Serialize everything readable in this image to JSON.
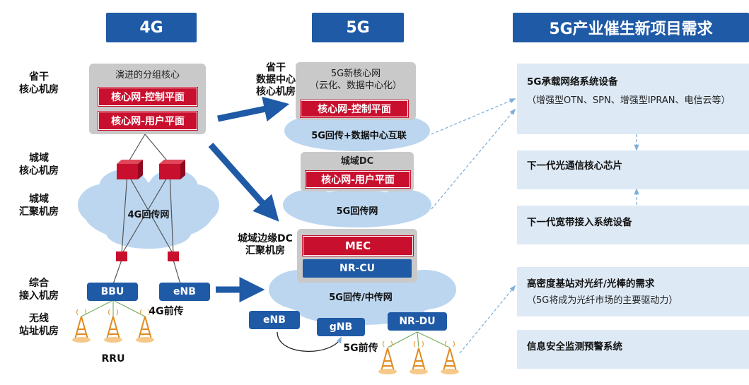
{
  "headers": {
    "g4": "4G",
    "g5": "5G",
    "needs": "5G产业催生新项目需求"
  },
  "left_labels": {
    "prov_core": [
      "省干",
      "核心机房"
    ],
    "city_core": [
      "城域",
      "核心机房"
    ],
    "city_agg": [
      "城域",
      "汇聚机房"
    ],
    "access": [
      "综合",
      "接入机房"
    ],
    "wireless": [
      "无线",
      "站址机房"
    ]
  },
  "g4": {
    "core_title": "演进的分组核心",
    "core_control": "核心网-控制平面",
    "core_user": "核心网-用户平面",
    "backhaul": "4G回传网",
    "bbu": "BBU",
    "enb": "eNB",
    "fronthaul": "4G前传",
    "rru": "RRU"
  },
  "g5": {
    "dc_label": [
      "省干",
      "数据中心",
      "核心机房"
    ],
    "core_title": "5G新核心网",
    "core_subtitle": "（云化、数据中心化）",
    "core_control": "核心网-控制平面",
    "cloud1": "5G回传+数据中心互联",
    "city_dc": "城域DC",
    "core_user": "核心网-用户平面",
    "cloud2": "5G回传网",
    "edge_label": [
      "城域边缘DC",
      "汇聚机房"
    ],
    "mec": "MEC",
    "nrcu": "NR-CU",
    "cloud3": "5G回传/中传网",
    "enb": "eNB",
    "gnb": "gNB",
    "nrdu": "NR-DU",
    "fronthaul": "5G前传"
  },
  "needs": [
    {
      "title": "5G承载网络系统设备",
      "sub": "（增强型OTN、SPN、增强型IPRAN、电信云等）"
    },
    {
      "title": "下一代光通信核心芯片",
      "sub": ""
    },
    {
      "title": "下一代宽带接入系统设备",
      "sub": ""
    },
    {
      "title": "高密度基站对光纤/光棒的需求",
      "sub": "（5G将成为光纤市场的主要驱动力）"
    },
    {
      "title": "信息安全监测预警系统",
      "sub": ""
    }
  ],
  "colors": {
    "header_blue": "#1f5aa6",
    "red": "#c8102e",
    "grey_box": "#c9c9c9",
    "cloud": "#bcd6f0",
    "panel": "#dde9f5"
  }
}
